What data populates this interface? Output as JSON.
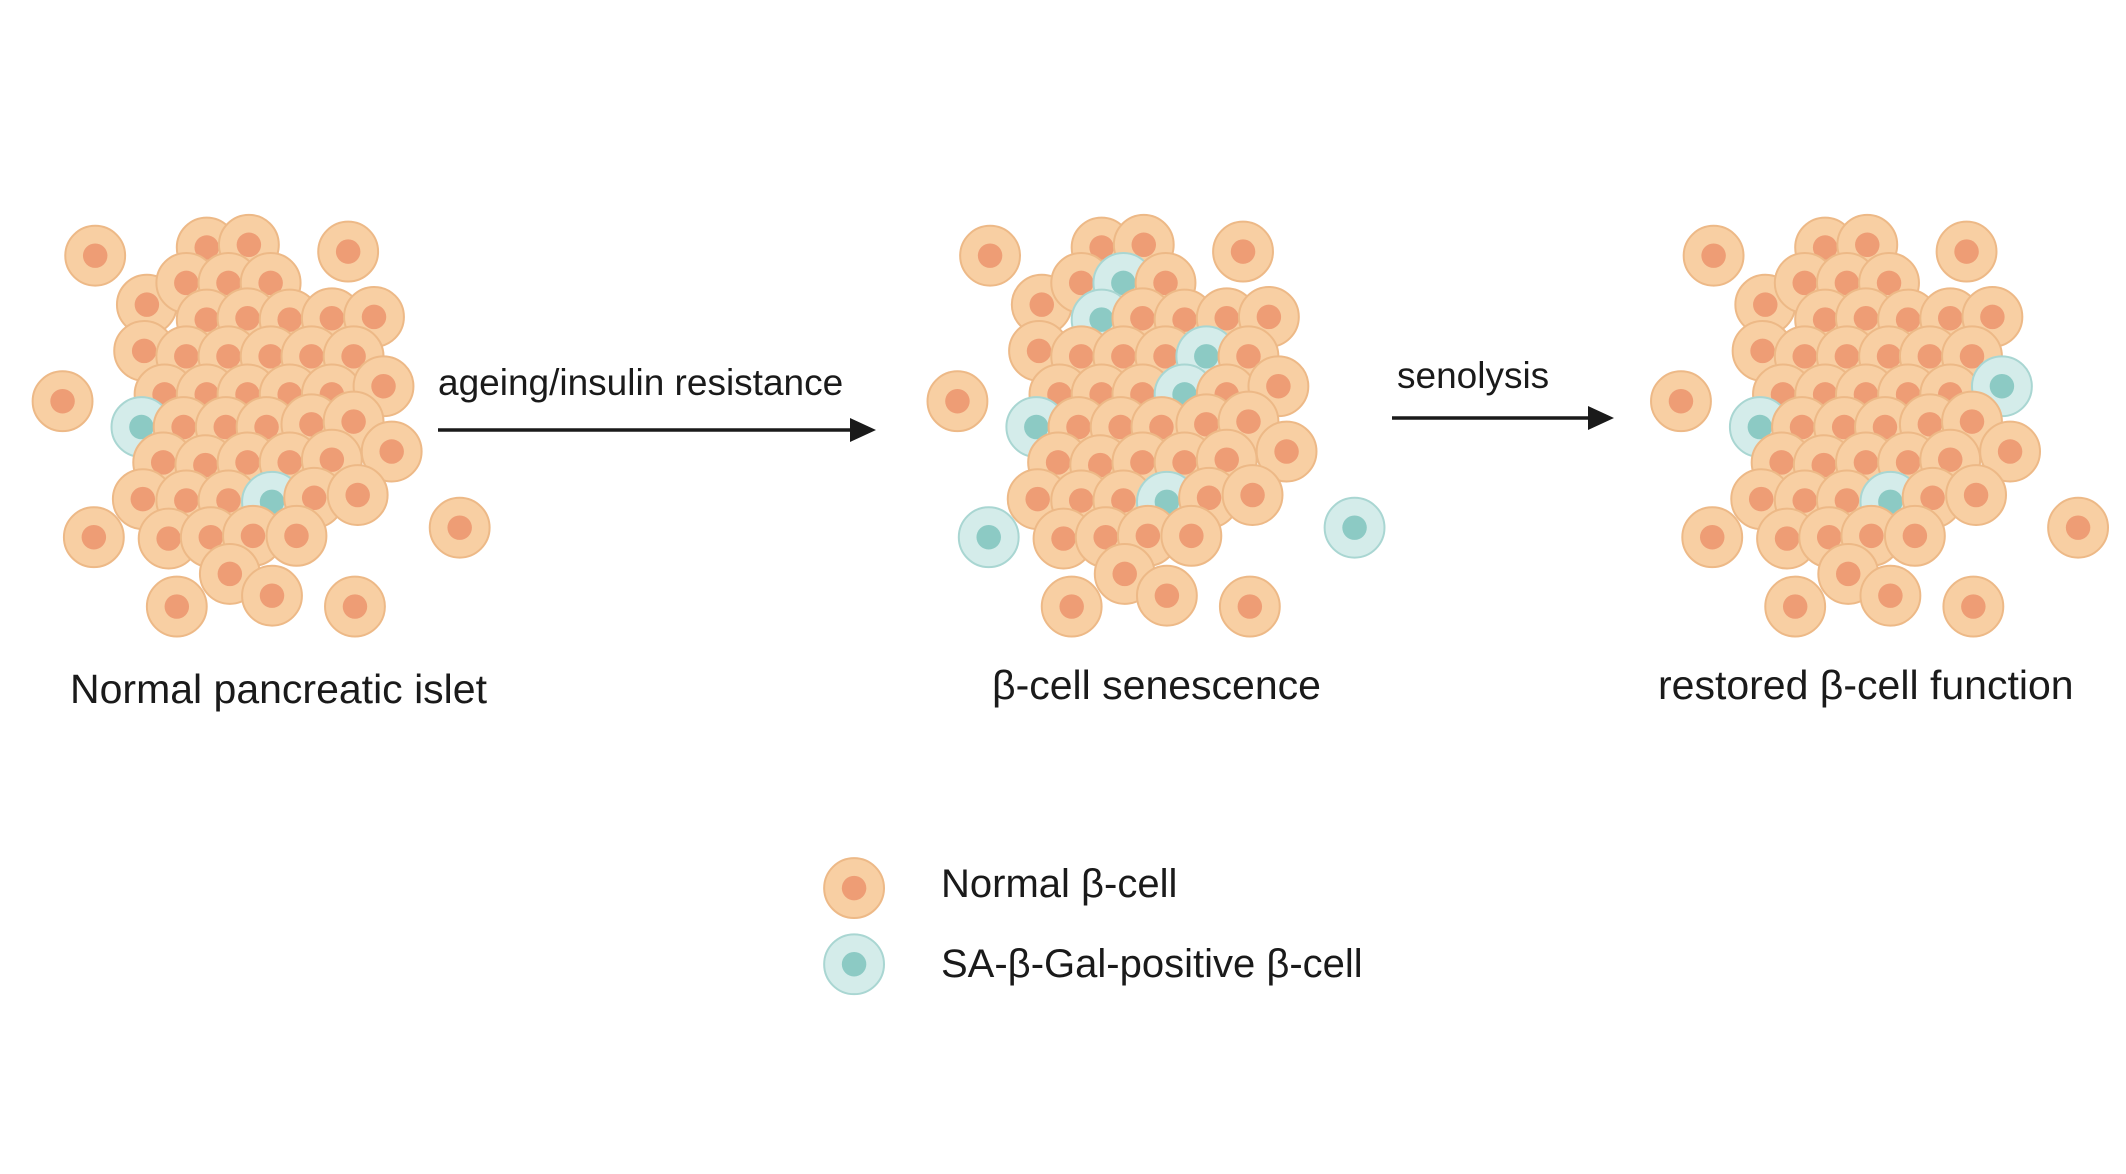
{
  "stages": [
    {
      "id": "normal",
      "label": "Normal pancreatic islet"
    },
    {
      "id": "senescence",
      "label": "β-cell senescence"
    },
    {
      "id": "restored",
      "label": "restored β-cell function"
    }
  ],
  "transitions": [
    {
      "label": "ageing/insulin resistance"
    },
    {
      "label": "senolysis"
    }
  ],
  "legend": [
    {
      "type": "normal",
      "label": "Normal β-cell"
    },
    {
      "type": "senescent",
      "label": "SA-β-Gal-positive β-cell"
    }
  ],
  "colors": {
    "normal_fill": "#f8cfa3",
    "normal_stroke": "#edb987",
    "normal_nucleus": "#ee9d75",
    "senescent_fill": "#d4ecea",
    "senescent_stroke": "#a9d6d2",
    "senescent_nucleus": "#8ccac4",
    "arrow": "#1a1a1a",
    "text": "#1a1a1a"
  }
}
